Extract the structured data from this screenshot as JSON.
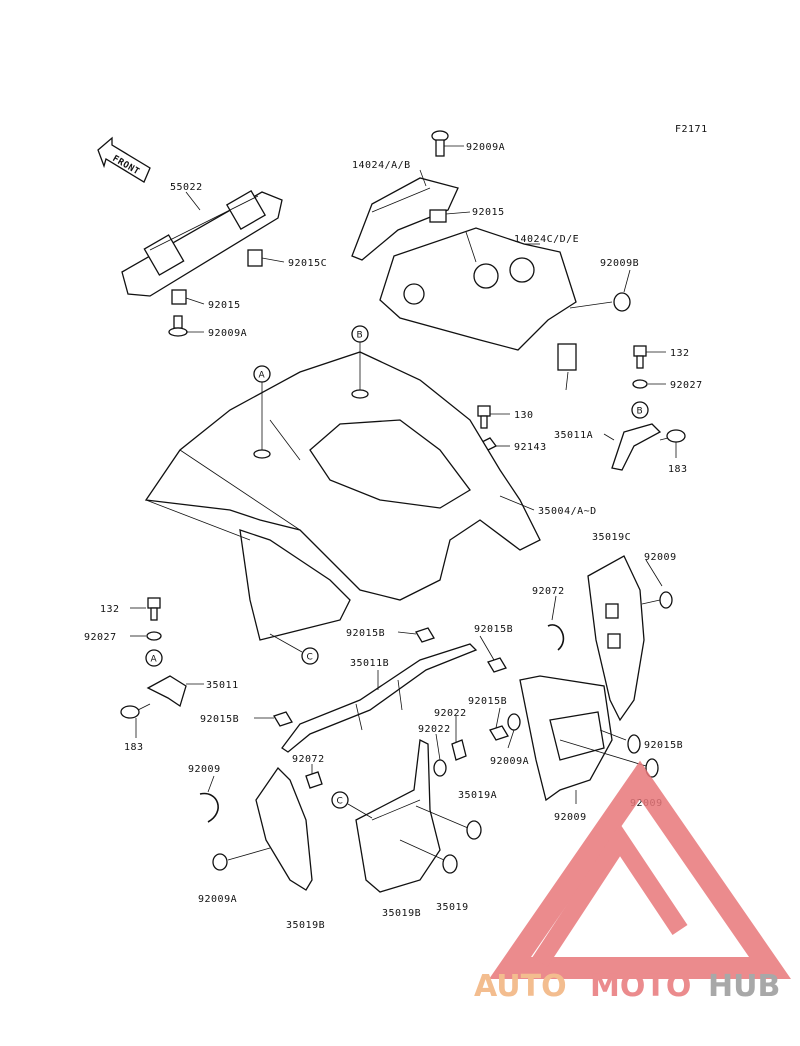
{
  "diagram": {
    "figure_code": "F2171",
    "front_label": "FRONT",
    "labels": [
      "92009A",
      "14024/A/B",
      "92015",
      "14024C/D/E",
      "92009B",
      "55022",
      "92015C",
      "92015",
      "92009A",
      "132",
      "92027",
      "130",
      "92143",
      "35011A",
      "183",
      "35004/A~D",
      "35019C",
      "92009",
      "132",
      "92027",
      "35011",
      "183",
      "92072",
      "92015B",
      "35011B",
      "92015B",
      "92015B",
      "92015B",
      "92022",
      "92022",
      "92009A",
      "92015B",
      "92072",
      "92009",
      "35019A",
      "92009",
      "92009",
      "92009A",
      "35019",
      "35019B"
    ],
    "refs": [
      "A",
      "B",
      "B",
      "A",
      "C",
      "C"
    ]
  },
  "watermark": {
    "part1": "AUTO",
    "part2": "MOTO",
    "part3": "HUB",
    "color_orange": "#f2b27c",
    "color_red": "#e8777a",
    "color_grey": "#9a9a9a"
  }
}
